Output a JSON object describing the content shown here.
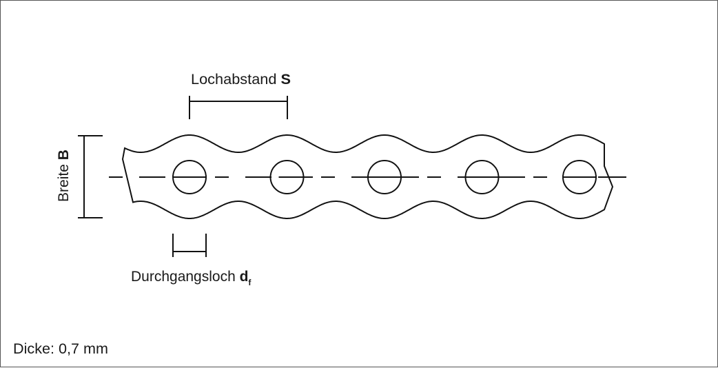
{
  "labels": {
    "spacing": {
      "text": "Lochabstand ",
      "symbol": "S"
    },
    "width": {
      "text": "Breite ",
      "symbol": "B"
    },
    "hole": {
      "text": "Durchgangsloch ",
      "symbol": "d",
      "subscript": "f"
    },
    "thickness": "Dicke: 0,7 mm"
  },
  "strip": {
    "hole_count": 5
  },
  "colors": {
    "line": "#111111",
    "border": "#555555"
  }
}
